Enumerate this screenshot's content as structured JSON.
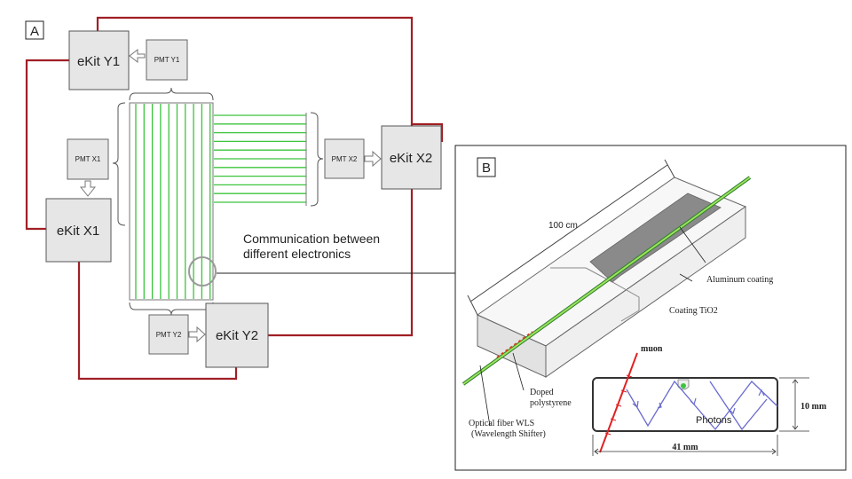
{
  "panel_a": {
    "label": "A",
    "boxes": {
      "ekit_y1": "eKit Y1",
      "ekit_x1": "eKit X1",
      "ekit_x2": "eKit X2",
      "ekit_y2": "eKit Y2",
      "pmt_y1": "PMT Y1",
      "pmt_x1": "PMT X1",
      "pmt_x2": "PMT X2",
      "pmt_y2": "PMT Y2"
    },
    "caption_line1": "Communication between",
    "caption_line2": "different electronics"
  },
  "panel_b": {
    "label": "B",
    "length_label": "100 cm",
    "aluminum": "Aluminum coating",
    "coating": "Coating TiO2",
    "doped_line1": "Doped",
    "doped_line2": "polystyrene",
    "fiber_line1": "Optical fiber WLS",
    "fiber_line2": "(Wavelength Shifter)",
    "muon": "muon",
    "photons": "Photons",
    "height_dim": "10 mm",
    "width_dim": "41 mm"
  },
  "colors": {
    "cable": "#a01f24",
    "fiber": "#3cc43c",
    "box_fill": "#e6e6e6",
    "box_stroke": "#555555",
    "photon": "#6a6ad0",
    "muon": "#e02020"
  }
}
